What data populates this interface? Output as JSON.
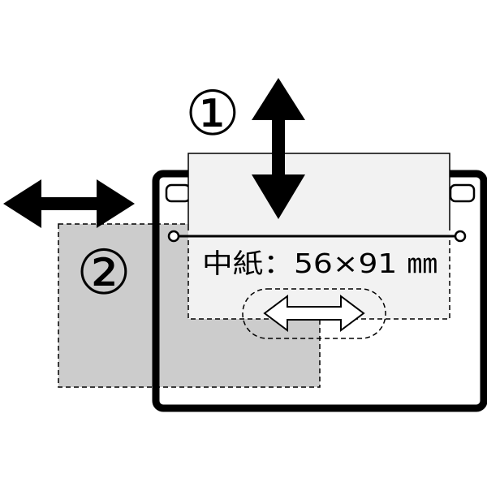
{
  "labels": {
    "step_1": "①",
    "step_2": "②",
    "insert_size": "中紙：56×91 ㎜"
  },
  "colors": {
    "outline": "#000000",
    "card_light": "#f2f2f2",
    "card_gray": "#cccccc",
    "background": "#ffffff"
  },
  "icons": {
    "step_1_arrow": "double-arrow-vertical-icon",
    "step_2_arrow": "double-arrow-horizontal-icon",
    "slide_arrow": "double-arrow-horizontal-outline-icon"
  }
}
